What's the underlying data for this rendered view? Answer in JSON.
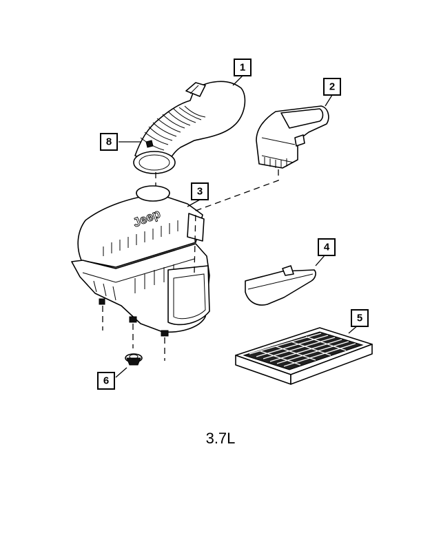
{
  "callouts": [
    {
      "id": "1",
      "label": "1"
    },
    {
      "id": "2",
      "label": "2"
    },
    {
      "id": "3",
      "label": "3"
    },
    {
      "id": "4",
      "label": "4"
    },
    {
      "id": "5",
      "label": "5"
    },
    {
      "id": "6",
      "label": "6"
    },
    {
      "id": "8",
      "label": "8"
    }
  ],
  "logo_text": "Jeep",
  "caption": "3.7L"
}
